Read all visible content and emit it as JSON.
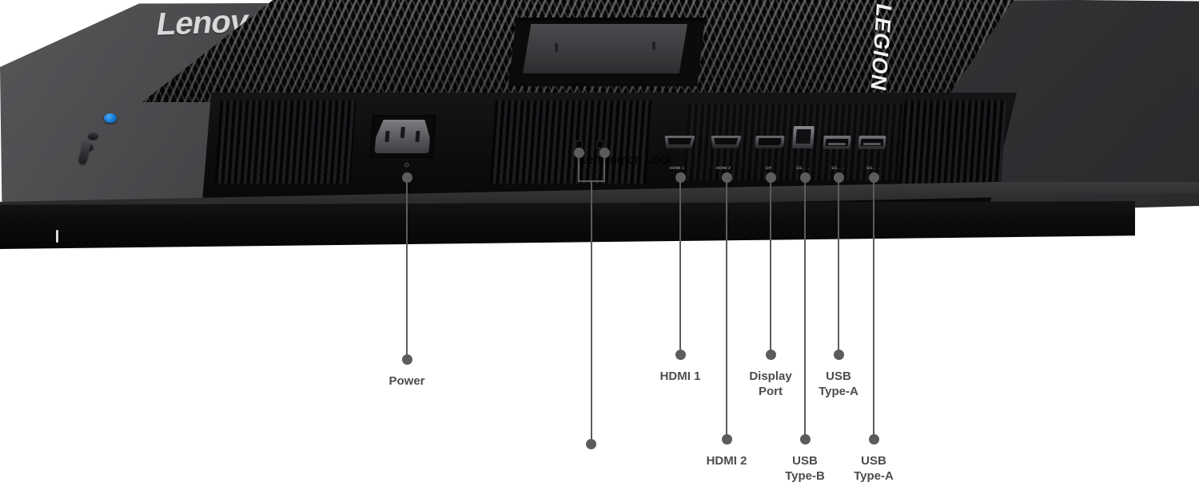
{
  "product": {
    "brand_logo": "Lenovo",
    "series_logo": "LEGION",
    "view": "rear port diagram"
  },
  "port_silkscreen": [
    {
      "id": "hdmi-1",
      "text": "HDMI 1"
    },
    {
      "id": "hdmi-2",
      "text": "HDMI 2"
    },
    {
      "id": "dp",
      "text": "DP"
    },
    {
      "id": "usb-b",
      "text": "SS←→"
    },
    {
      "id": "usb-a-1",
      "text": "SS←→"
    },
    {
      "id": "usb-a-2",
      "text": "SS←→"
    }
  ],
  "power_silkscreen": "⏻",
  "callouts": [
    {
      "id": "power",
      "label": "Power",
      "row": "upper"
    },
    {
      "id": "kensington",
      "label": "Kensington\nLock",
      "row": "lower"
    },
    {
      "id": "hdmi-1",
      "label": "HDMI 1",
      "row": "upper"
    },
    {
      "id": "hdmi-2",
      "label": "HDMI 2",
      "row": "lower"
    },
    {
      "id": "display-port",
      "label": "Display\nPort",
      "row": "upper"
    },
    {
      "id": "usb-type-b",
      "label": "USB\nType-B",
      "row": "lower"
    },
    {
      "id": "usb-type-a-1",
      "label": "USB\nType-A",
      "row": "upper"
    },
    {
      "id": "usb-type-a-2",
      "label": "USB\nType-A",
      "row": "lower"
    }
  ],
  "colors": {
    "background": "#ffffff",
    "callout_line": "#5c5c5c",
    "callout_text": "#4c4c4c",
    "joystick_blue": "#1478d4",
    "chassis_gray": "#3c3c3f",
    "chassis_black": "#0e0e10"
  }
}
